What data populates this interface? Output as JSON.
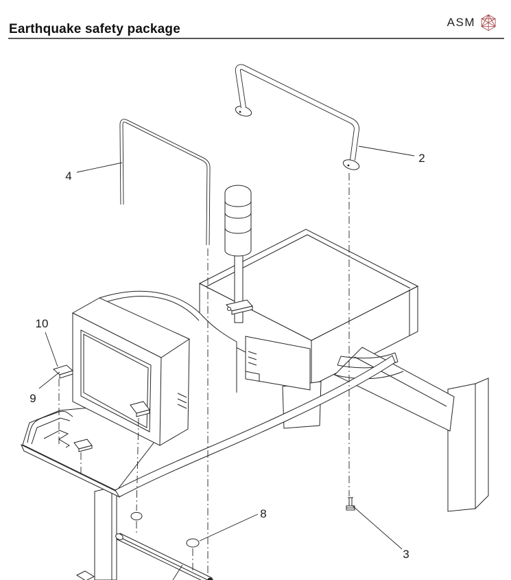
{
  "header": {
    "title": "Earthquake safety package",
    "brand": {
      "name": "ASM",
      "logo_color": "#a8494e"
    }
  },
  "diagram": {
    "callouts": {
      "c2": "2",
      "c3": "3",
      "c4": "4",
      "c8": "8",
      "c9": "9",
      "c10": "10"
    }
  },
  "colors": {
    "line": "#222222",
    "rule": "#555555",
    "background": "#ffffff"
  }
}
